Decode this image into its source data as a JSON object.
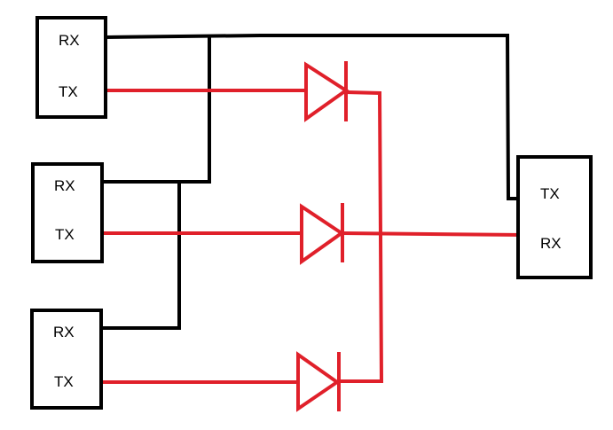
{
  "colors": {
    "background": "#ffffff",
    "box_outline": "#000000",
    "rx_bus_wire": "#000000",
    "tx_diode_wire": "#e0202a"
  },
  "modules": [
    {
      "rx_label": "RX",
      "tx_label": "TX"
    },
    {
      "rx_label": "RX",
      "tx_label": "TX"
    },
    {
      "rx_label": "RX",
      "tx_label": "TX"
    }
  ],
  "host": {
    "tx_label": "TX",
    "rx_label": "RX"
  },
  "diode_count": 3
}
